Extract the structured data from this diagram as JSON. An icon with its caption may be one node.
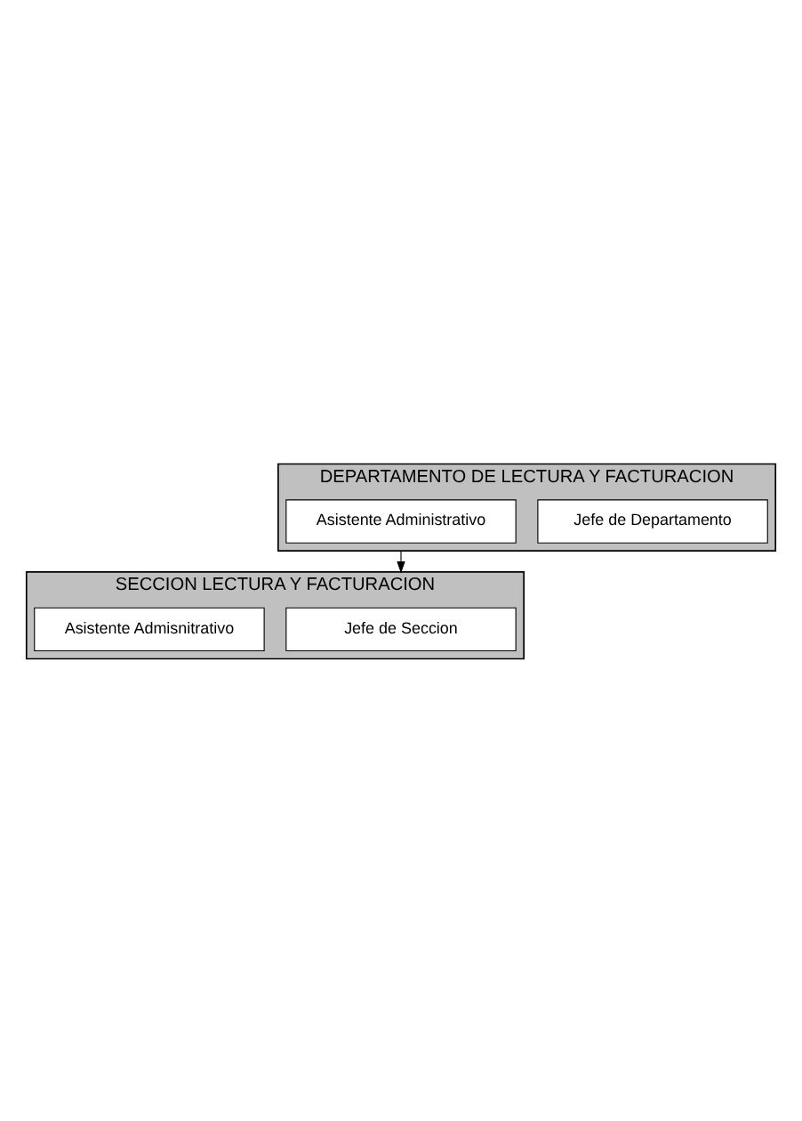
{
  "diagram": {
    "nodes": [
      {
        "text": [
          "DEPARTAMENTO DE LECTURA Y FACTURACION"
        ]
      },
      {
        "text": [
          "Jefe de Departamento"
        ],
        "in": 0
      },
      {
        "text": [
          "Asistente Administrativo"
        ],
        "in": 0
      },
      {
        "text": [
          "SECCION LECTURA Y FACTURACION"
        ]
      },
      {
        "text": [
          "Jefe de Seccion"
        ],
        "in": 3
      },
      {
        "text": [
          "Asistente Admisnitrativo"
        ],
        "in": 3
      }
    ],
    "edges": [
      {
        "from": 0,
        "to": 3,
        "arrow": "to"
      }
    ]
  }
}
